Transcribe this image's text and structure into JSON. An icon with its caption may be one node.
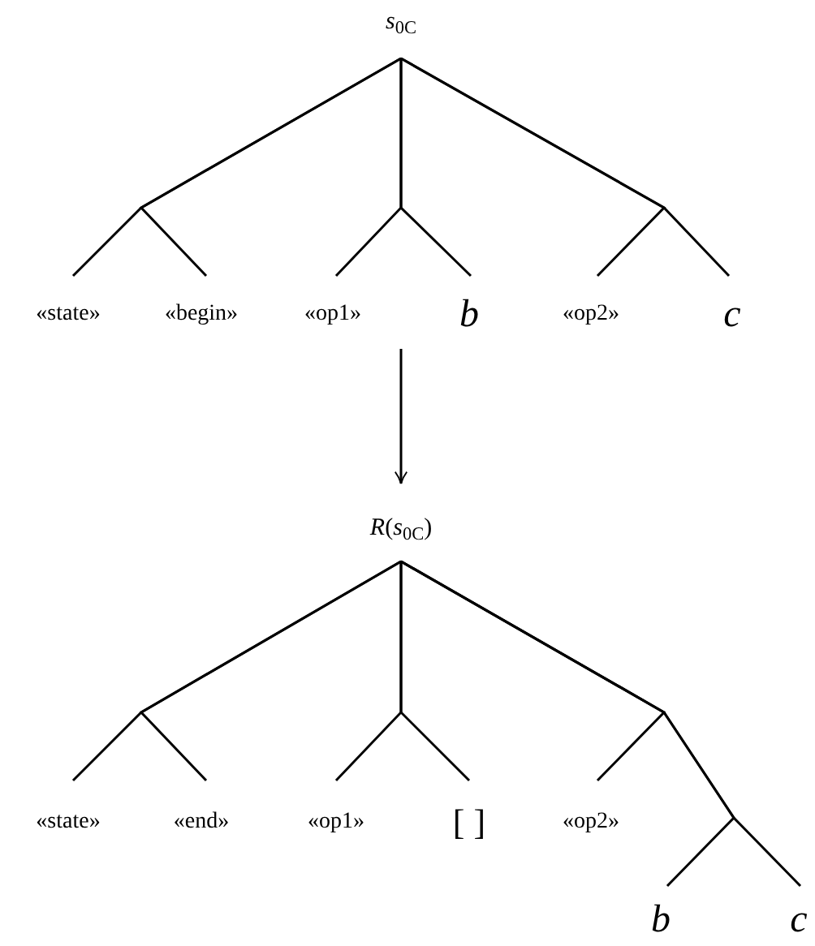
{
  "diagram": {
    "nodes": [
      {
        "text": [
          "*s*$_{0}$$_{C}$"
        ]
      },
      {
        "text": [
          "«state»"
        ]
      },
      {
        "text": [
          "«begin»"
        ]
      },
      {
        "text": [
          "«op1»"
        ]
      },
      {
        "text": [
          "b"
        ]
      },
      {
        "text": [
          "«op2»"
        ]
      },
      {
        "text": [
          "c"
        ]
      },
      {
        "text": [
          "*R*(*s*$_{0}$$_{C}$)"
        ]
      },
      {
        "text": [
          "«state»"
        ]
      },
      {
        "text": [
          "«end»"
        ]
      },
      {
        "text": [
          "«op1»"
        ]
      },
      {
        "text": [
          "[ ]"
        ]
      },
      {
        "text": [
          "«op2»"
        ]
      },
      {
        "text": [
          "b"
        ]
      },
      {
        "text": [
          "c"
        ]
      }
    ],
    "edges": [
      {
        "from": 0,
        "to": 1,
        "arrow": "none"
      },
      {
        "from": 0,
        "to": 2,
        "arrow": "none"
      },
      {
        "from": 0,
        "to": 3,
        "arrow": "none"
      },
      {
        "from": 0,
        "to": 4,
        "arrow": "none"
      },
      {
        "from": 0,
        "to": 5,
        "arrow": "none"
      },
      {
        "from": 0,
        "to": 6,
        "arrow": "none"
      },
      {
        "from": null,
        "to": 7,
        "arrow": "to"
      },
      {
        "from": 7,
        "to": 8,
        "arrow": "none"
      },
      {
        "from": 7,
        "to": 9,
        "arrow": "none"
      },
      {
        "from": 7,
        "to": 10,
        "arrow": "none"
      },
      {
        "from": 7,
        "to": 11,
        "arrow": "none"
      },
      {
        "from": 7,
        "to": 12,
        "arrow": "none"
      },
      {
        "from": 7,
        "to": 13,
        "arrow": "none"
      },
      {
        "from": 7,
        "to": 14,
        "arrow": "none"
      }
    ]
  }
}
